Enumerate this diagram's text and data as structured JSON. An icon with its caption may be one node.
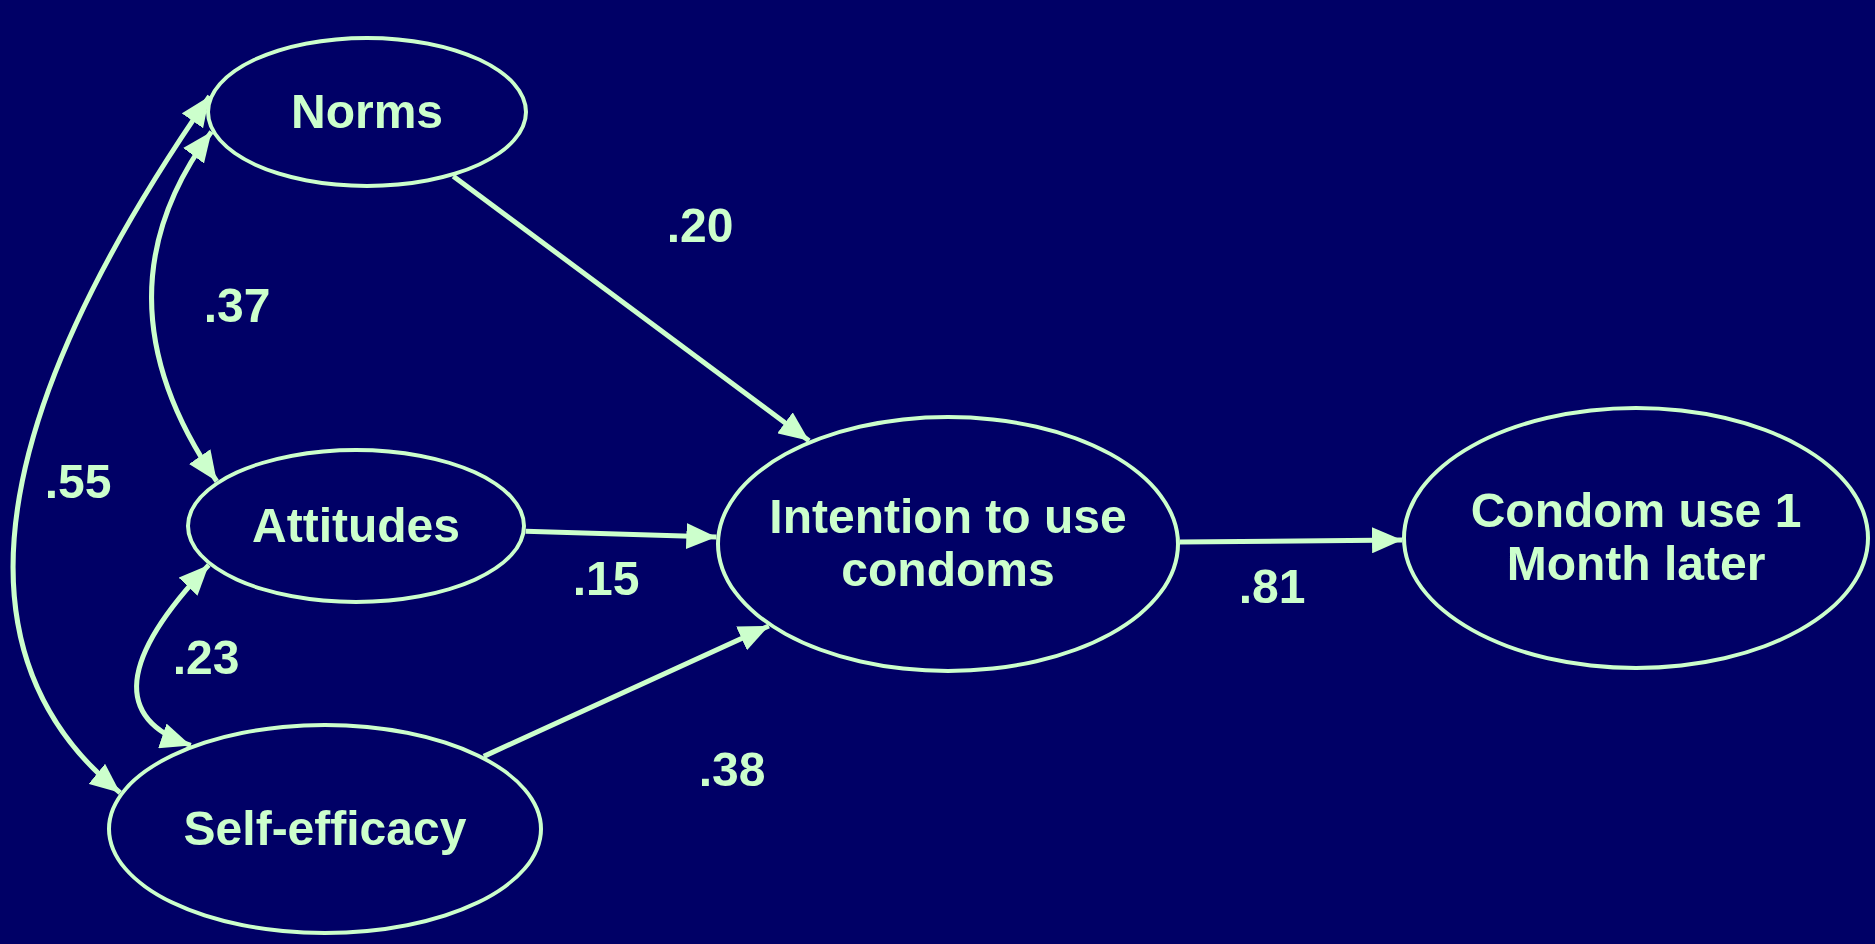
{
  "diagram": {
    "nodes": [
      {
        "text": [
          "Norms"
        ]
      },
      {
        "text": [
          "Attitudes"
        ]
      },
      {
        "text": [
          "Self-efficacy"
        ]
      },
      {
        "text": [
          "Intention to use condoms"
        ]
      },
      {
        "text": [
          "Condom use 1 Month later"
        ]
      }
    ],
    "edges": [
      {
        "from": 0,
        "to": 3,
        "arrow": "to",
        "label": ".20"
      },
      {
        "from": 1,
        "to": 3,
        "arrow": "to",
        "label": ".15"
      },
      {
        "from": 2,
        "to": 3,
        "arrow": "to",
        "label": ".38"
      },
      {
        "from": 3,
        "to": 4,
        "arrow": "to",
        "label": ".81"
      },
      {
        "from": 0,
        "to": 1,
        "arrow": "both",
        "label": ".37"
      },
      {
        "from": 1,
        "to": 2,
        "arrow": "both",
        "label": ".23"
      },
      {
        "from": 0,
        "to": 2,
        "arrow": "both",
        "label": ".55"
      }
    ]
  }
}
